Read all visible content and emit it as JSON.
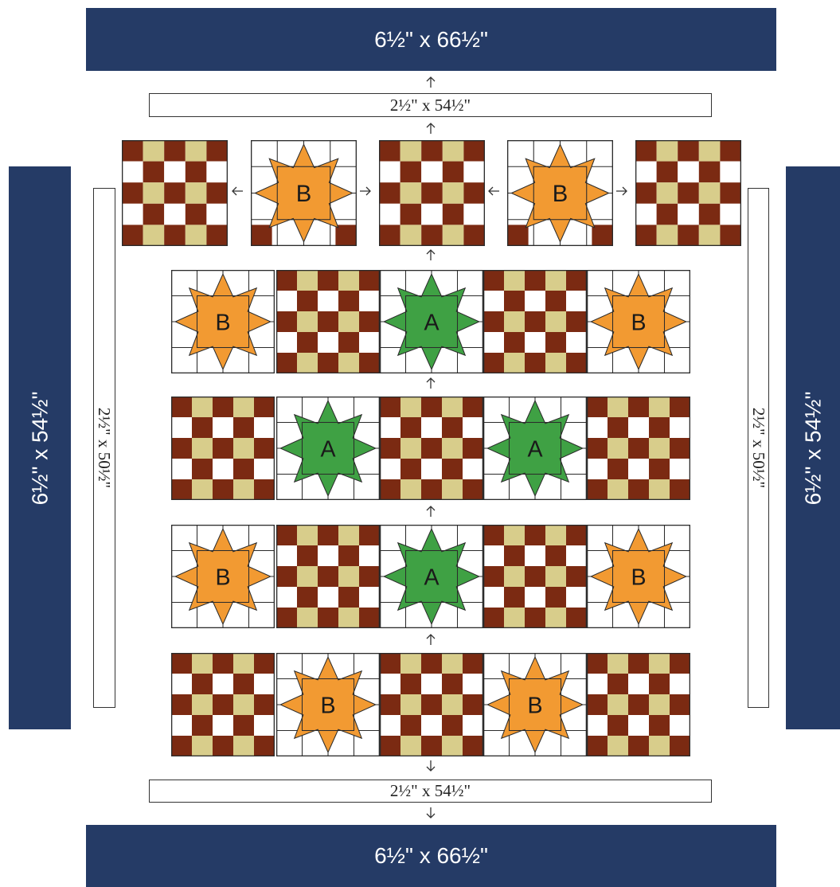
{
  "borders": {
    "top_outer": "6½\" x 66½\"",
    "top_inner": "2½\" x 54½\"",
    "bottom_inner": "2½\" x 54½\"",
    "bottom_outer": "6½\" x 66½\"",
    "left_outer": "6½\" x 54½\"",
    "left_inner": "2½\" x 50½\"",
    "right_inner": "2½\" x 50½\"",
    "right_outer": "6½\" x 54½\""
  },
  "rows": [
    [
      "C",
      "B",
      "C",
      "B",
      "C"
    ],
    [
      "B",
      "C",
      "A",
      "C",
      "B"
    ],
    [
      "C",
      "A",
      "C",
      "A",
      "C"
    ],
    [
      "B",
      "C",
      "A",
      "C",
      "B"
    ],
    [
      "C",
      "B",
      "C",
      "B",
      "C"
    ]
  ],
  "block_labels": {
    "A": "A",
    "B": "B"
  },
  "colors": {
    "navy": "#253b66",
    "brown": "#7b2a12",
    "tan": "#d8cd8b",
    "star_a": "#3fa144",
    "star_b": "#f29a32",
    "outline": "#2b2b2b"
  }
}
